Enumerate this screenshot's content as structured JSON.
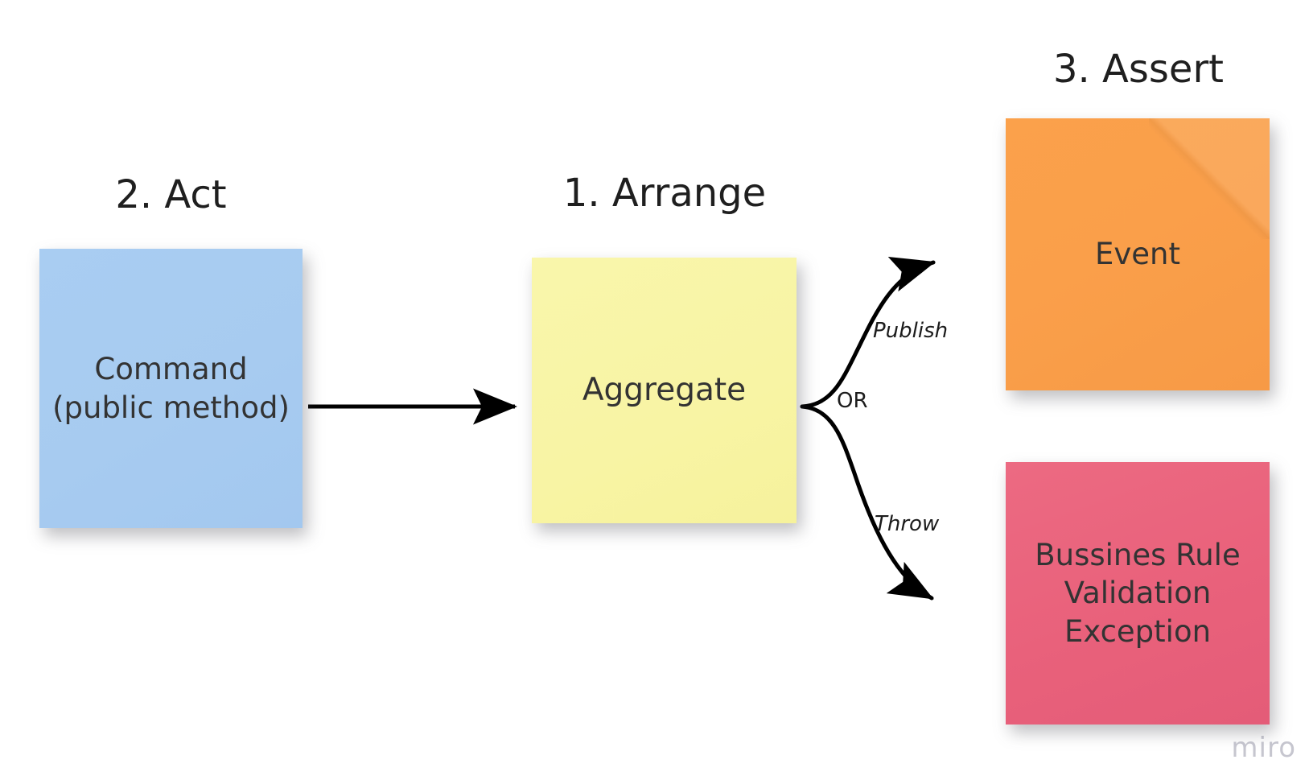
{
  "board": {
    "background_color": "#ffffff",
    "watermark": "miro"
  },
  "titles": [
    {
      "id": "act",
      "text": "2. Act"
    },
    {
      "id": "arrange",
      "text": "1. Arrange"
    },
    {
      "id": "assert",
      "text": "3. Assert"
    }
  ],
  "notes": [
    {
      "id": "command",
      "text": "Command (public method)",
      "color": "#a8ccf1",
      "section": "2. Act"
    },
    {
      "id": "aggregate",
      "text": "Aggregate",
      "color": "#f8f4a6",
      "section": "1. Arrange"
    },
    {
      "id": "event",
      "text": "Event",
      "color": "#fa9f4a",
      "section": "3. Assert"
    },
    {
      "id": "exception",
      "text": "Bussines Rule Validation Exception",
      "color": "#e9617b",
      "section": "3. Assert"
    }
  ],
  "connectors": [
    {
      "id": "command-to-aggregate",
      "from": "command",
      "to": "aggregate",
      "label": "",
      "style": "straight-arrow",
      "color": "#000000"
    },
    {
      "id": "aggregate-to-event",
      "from": "aggregate",
      "to": "event",
      "label": "Publish",
      "label_style": "italic",
      "style": "curved-arrow",
      "color": "#000000"
    },
    {
      "id": "aggregate-to-exception",
      "from": "aggregate",
      "to": "exception",
      "label": "Throw",
      "label_style": "italic",
      "style": "curved-arrow",
      "color": "#000000"
    }
  ],
  "branch_label": "OR"
}
